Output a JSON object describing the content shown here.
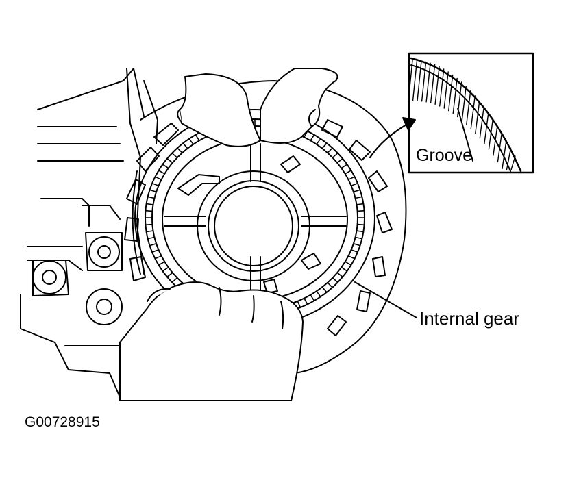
{
  "labels": {
    "groove": "Groove",
    "internal_gear": "Internal gear",
    "figure_id": "G00728915"
  },
  "colors": {
    "ink": "#000000",
    "paper": "#ffffff"
  },
  "icons": {
    "leader_arrow": "arrow-icon"
  }
}
